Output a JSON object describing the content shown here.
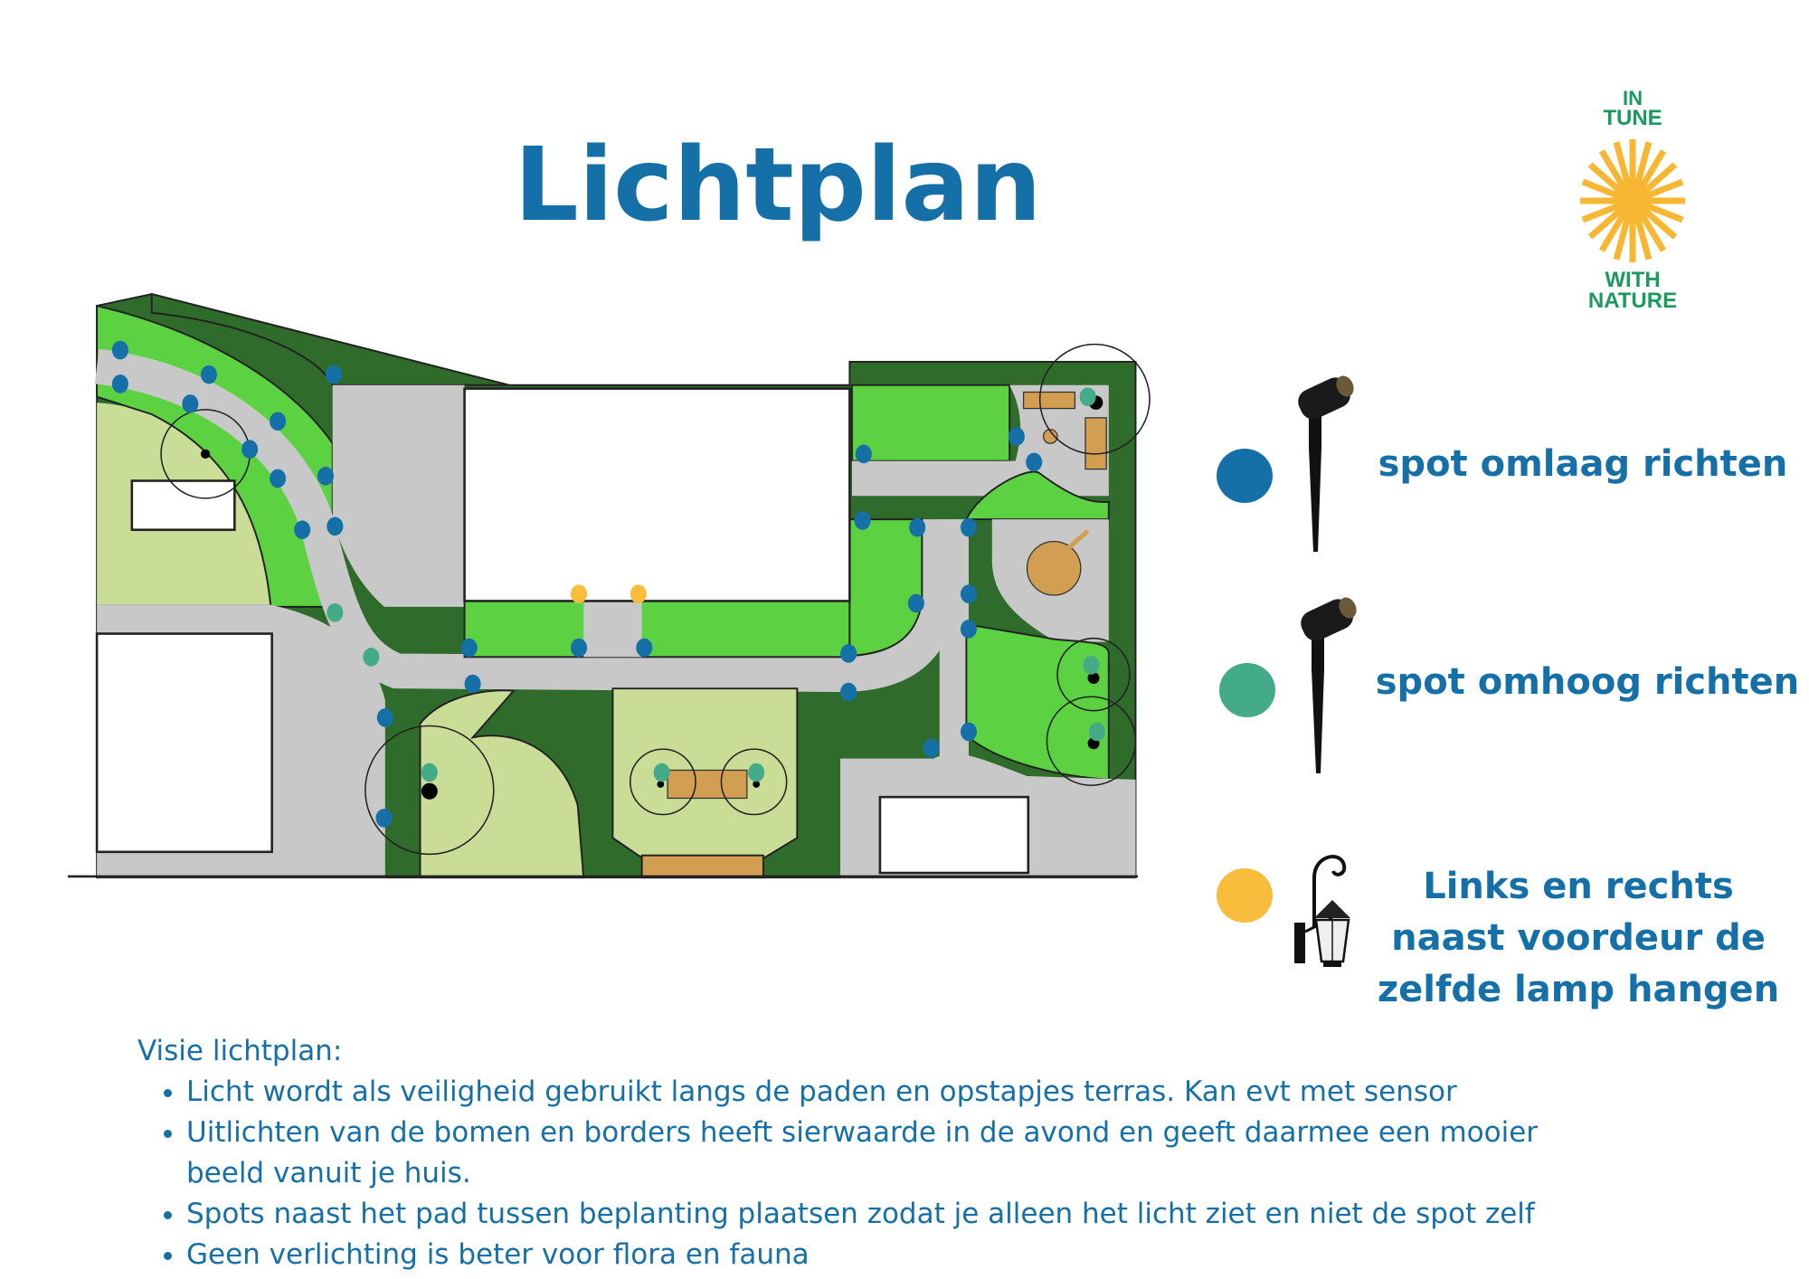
{
  "title": "Lichtplan",
  "logo": {
    "top": "IN TUNE",
    "bottom": "WITH NATURE",
    "sun_color": "#f7b733",
    "text_color": "#1a9a5c"
  },
  "colors": {
    "spot_down": "#1670a8",
    "spot_up": "#43ab87",
    "wall_lamp": "#f9bd3d",
    "dark_green": "#2f6b2a",
    "bright_green": "#5cd141",
    "pale_green": "#c9dd97",
    "path_gray": "#c8c8c8",
    "wood": "#d29f52"
  },
  "legend": [
    {
      "label": "spot omlaag richten",
      "icon": "garden-spot-icon"
    },
    {
      "label": "spot omhoog richten",
      "icon": "garden-spot-icon"
    },
    {
      "label_lines": [
        "Links en rechts",
        "naast  voordeur de",
        "zelfde lamp hangen"
      ],
      "icon": "wall-lantern-icon"
    }
  ],
  "vision": {
    "heading": "Visie lichtplan:",
    "bullets": [
      "Licht wordt als veiligheid gebruikt langs de paden en opstapjes terras. Kan evt met sensor",
      "Uitlichten van de bomen en borders heeft sierwaarde in de avond en geeft daarmee een mooier beeld vanuit je huis.",
      "Spots naast het pad tussen beplanting plaatsen zodat je alleen het licht ziet en niet de spot zelf",
      "Geen verlichting is beter voor flora en fauna"
    ]
  }
}
